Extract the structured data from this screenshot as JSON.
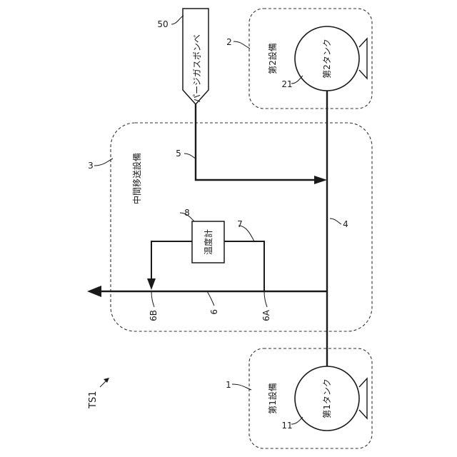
{
  "figure": {
    "system_label": "TS1",
    "facility1": {
      "ref": "1",
      "name": "第1設備",
      "tank_ref": "11",
      "tank_name": "第1タンク"
    },
    "facility2": {
      "ref": "2",
      "name": "第2設備",
      "tank_ref": "21",
      "tank_name": "第2タンク"
    },
    "facility3": {
      "ref": "3",
      "name": "中間移送設備"
    },
    "pipe_main": {
      "ref": "4"
    },
    "pipe_purge": {
      "ref": "5"
    },
    "pipe_branch": {
      "ref": "6",
      "start": "6A",
      "end": "6B"
    },
    "bypass": {
      "ref": "7"
    },
    "thermometer": {
      "ref": "8",
      "name": "温度計"
    },
    "cylinder": {
      "ref": "50",
      "name": "パージガスボンベ"
    }
  }
}
